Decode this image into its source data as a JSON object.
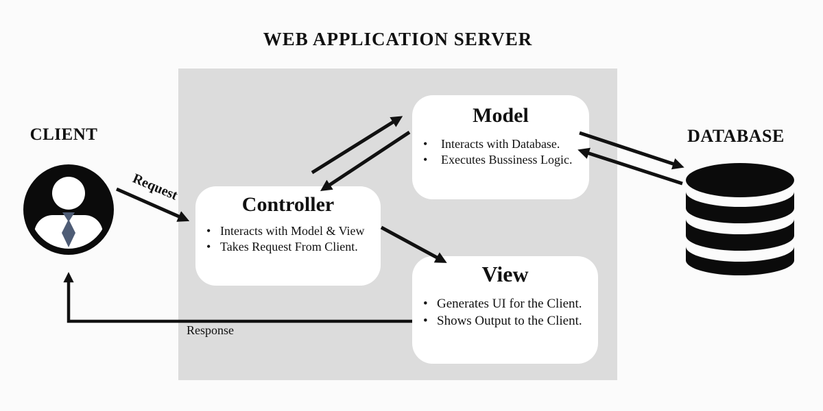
{
  "title": "WEB APPLICATION SERVER",
  "client": {
    "label": "CLIENT",
    "icon": "person-icon"
  },
  "database": {
    "label": "DATABASE",
    "icon": "database-cylinder-icon"
  },
  "boxes": {
    "controller": {
      "title": "Controller",
      "bullets": [
        "Interacts with Model & View",
        "Takes Request From Client."
      ]
    },
    "model": {
      "title": "Model",
      "bullets": [
        "Interacts with Database.",
        "Executes Bussiness Logic."
      ]
    },
    "view": {
      "title": "View",
      "bullets": [
        "Generates UI for the Client.",
        "Shows Output to the Client."
      ]
    }
  },
  "arrows": {
    "request_label": "Request",
    "response_label": "Response"
  },
  "colors": {
    "background": "#fbfbfb",
    "panel": "#dcdcdc",
    "box": "#ffffff",
    "text": "#111111",
    "arrow": "#111111",
    "tie": "#4e5c75"
  }
}
